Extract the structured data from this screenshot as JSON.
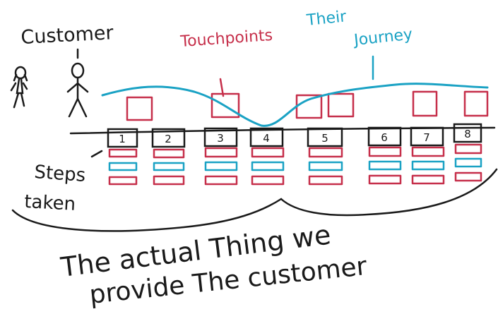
{
  "labels": {
    "customer": "Customer",
    "touchpoints": "Touchpoints",
    "their": "Their",
    "journey": "Journey",
    "steps": "Steps",
    "taken": "taken",
    "caption_line1": "The actual Thing we",
    "caption_line2": "provide The customer"
  },
  "steps": [
    "1",
    "2",
    "3",
    "4",
    "5",
    "6",
    "7",
    "8"
  ],
  "colors": {
    "ink": "#1a1a1a",
    "red": "#c62f4a",
    "teal": "#1aa2c4"
  }
}
